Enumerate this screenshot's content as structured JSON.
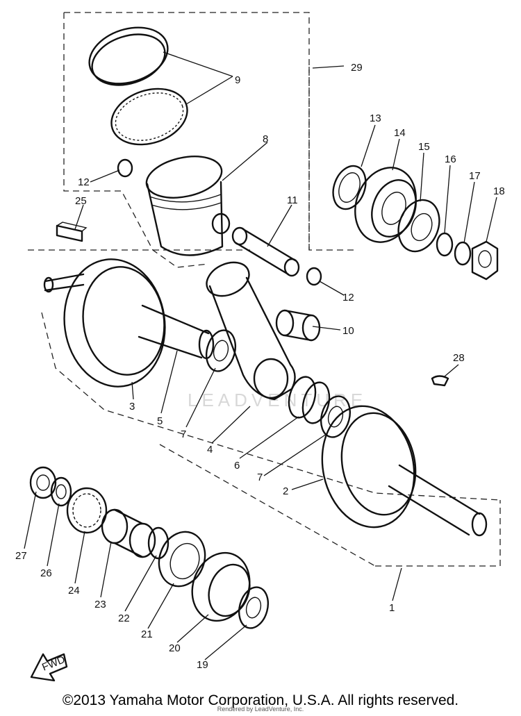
{
  "diagram": {
    "watermark": "LEADVENTURE",
    "fwd_label": "FWD",
    "callouts": {
      "p1": "1",
      "p2": "2",
      "p3": "3",
      "p4": "4",
      "p5": "5",
      "p6": "6",
      "p7a": "7",
      "p7b": "7",
      "p8": "8",
      "p9": "9",
      "p10": "10",
      "p11": "11",
      "p12a": "12",
      "p12b": "12",
      "p13": "13",
      "p14": "14",
      "p15": "15",
      "p16": "16",
      "p17": "17",
      "p18": "18",
      "p19": "19",
      "p20": "20",
      "p21": "21",
      "p22": "22",
      "p23": "23",
      "p24": "24",
      "p25": "25",
      "p26": "26",
      "p27": "27",
      "p28": "28",
      "p29": "29"
    }
  },
  "footer": {
    "copyright": "©2013 Yamaha Motor Corporation, U.S.A. All rights reserved.",
    "rendered_by": "Rendered by LeadVenture, Inc."
  }
}
